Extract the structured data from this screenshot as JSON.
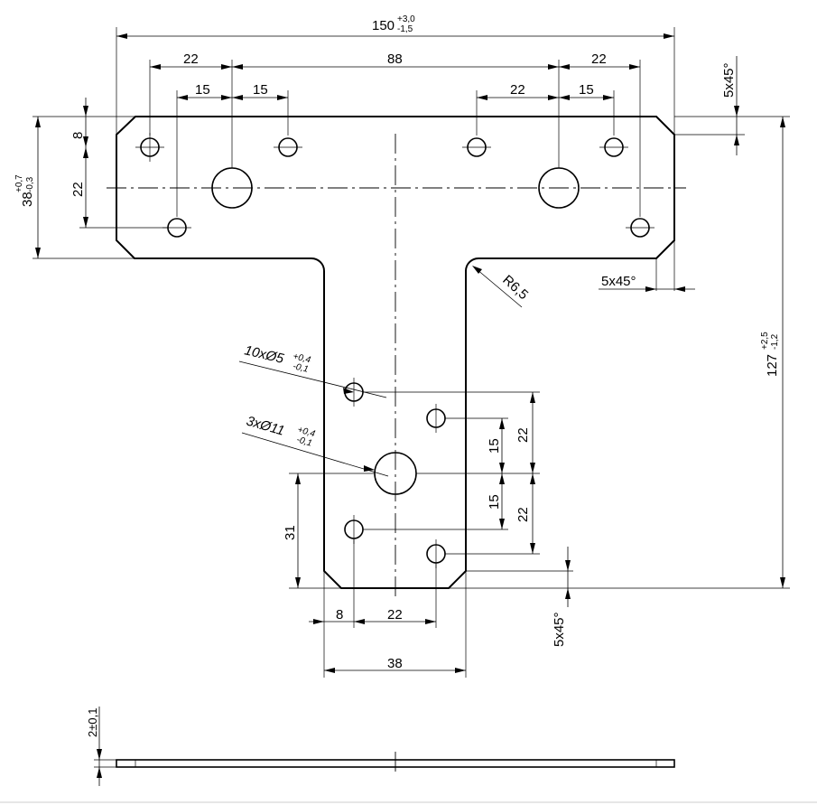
{
  "dimensions": {
    "overall_width": {
      "value": "150",
      "tol_upper": "+3,0",
      "tol_lower": "-1,5"
    },
    "top_left_pitch": "22",
    "top_middle_span": "88",
    "top_right_pitch": "22",
    "left_hole_offset_a": "15",
    "left_hole_offset_b": "15",
    "right_hole_offset_a": "22",
    "right_hole_offset_b": "15",
    "flange_height": {
      "value": "38",
      "tol_upper": "+0,7",
      "tol_lower": "-0,3"
    },
    "edge_hole_offset": "8",
    "hole_row_spacing": "22",
    "chamfer_top_right": "5x45°",
    "chamfer_right_lower": "5x45°",
    "chamfer_stem_bottom": "5x45°",
    "fillet_radius": "R6,5",
    "overall_height": {
      "value": "127",
      "tol_upper": "+2,5",
      "tol_lower": "-1,2"
    },
    "stem_hole_spacing_15a": "15",
    "stem_hole_spacing_15b": "15",
    "stem_hole_spacing_22a": "22",
    "stem_hole_spacing_22b": "22",
    "stem_bottom_offset": "31",
    "stem_edge_offset": "8",
    "stem_hole_pitch": "22",
    "stem_width": "38",
    "thickness": "2±0,1"
  },
  "callouts": {
    "small_holes": {
      "text": "10xØ5",
      "tol_upper": "+0,4",
      "tol_lower": "-0,1"
    },
    "large_holes": {
      "text": "3xØ11",
      "tol_upper": "+0,4",
      "tol_lower": "-0,1"
    }
  }
}
